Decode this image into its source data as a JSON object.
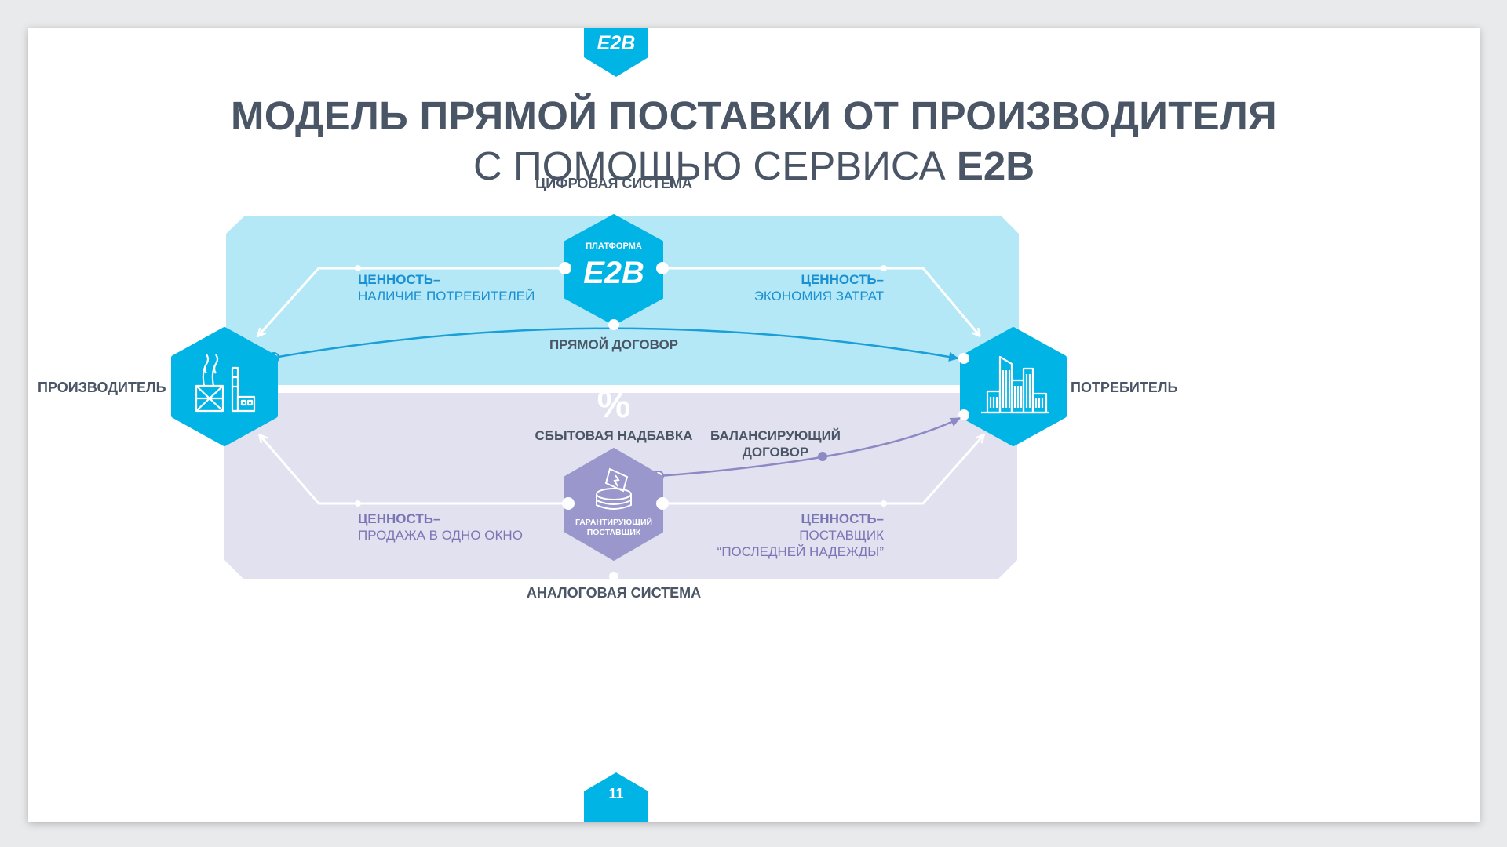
{
  "title": {
    "line1": "МОДЕЛЬ ПРЯМОЙ ПОСТАВКИ ОТ ПРОИЗВОДИТЕЛЯ",
    "line2_prefix": "С ПОМОЩЬЮ СЕРВИСА ",
    "line2_bold": "E2B"
  },
  "logo": {
    "text": "E2B"
  },
  "systems": {
    "digital": "ЦИФРОВАЯ СИСТЕМА",
    "analog": "АНАЛОГОВАЯ СИСТЕМА"
  },
  "nodes": {
    "producer": "ПРОИЗВОДИТЕЛЬ",
    "consumer": "ПОТРЕБИТЕЛЬ",
    "platform": {
      "caption": "ПЛАТФОРМА",
      "name": "E2B"
    },
    "supplier": {
      "line1": "ГАРАНТИРУЮЩИЙ",
      "line2": "ПОСТАВЩИК"
    }
  },
  "contracts": {
    "direct": "ПРЯМОЙ ДОГОВОР",
    "balancing_line1": "БАЛАНСИРУЮЩИЙ",
    "balancing_line2": "ДОГОВОР",
    "markup": "СБЫТОВАЯ НАДБАВКА",
    "markup_symbol": "%"
  },
  "values": {
    "top_left": {
      "head": "ЦЕННОСТЬ–",
      "body": "НАЛИЧИЕ ПОТРЕБИТЕЛЕЙ"
    },
    "top_right": {
      "head": "ЦЕННОСТЬ–",
      "body": "ЭКОНОМИЯ ЗАТРАТ"
    },
    "bottom_left": {
      "head": "ЦЕННОСТЬ–",
      "body": "ПРОДАЖА В ОДНО ОКНО"
    },
    "bottom_right": {
      "head": "ЦЕННОСТЬ–",
      "body1": "ПОСТАВЩИК",
      "body2": "“ПОСЛЕДНЕЙ НАДЕЖДЫ”"
    }
  },
  "page_number": "11",
  "colors": {
    "accent_cyan": "#00b4e6",
    "digital_bg": "#b4e8f7",
    "analog_bg": "#e1e1ef",
    "purple": "#9a97cc",
    "text": "#4a5566"
  }
}
